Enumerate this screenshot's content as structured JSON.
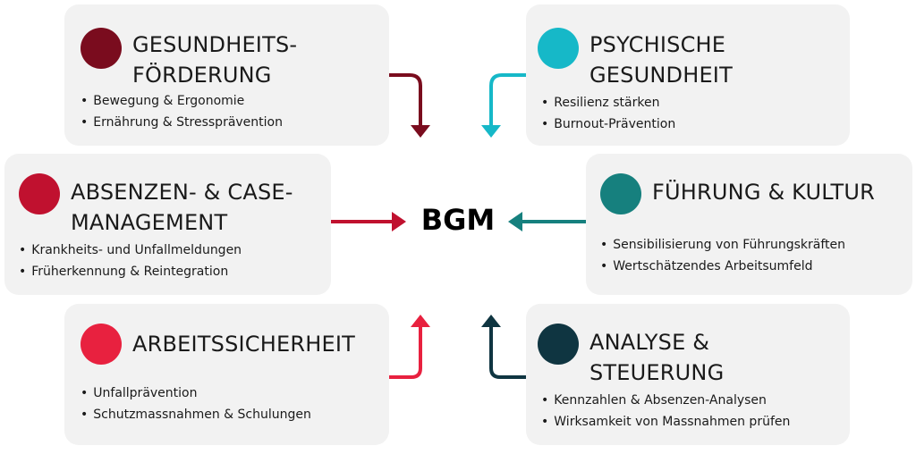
{
  "center": {
    "label": "BGM"
  },
  "boxes": {
    "gesundheit": {
      "title_lines": [
        "GESUNDHEITS-",
        "FÖRDERUNG"
      ],
      "bullets": [
        "Bewegung & Ergonomie",
        "Ernährung & Stressprävention"
      ],
      "color": "#7a0c1e"
    },
    "psychisch": {
      "title_lines": [
        "PSYCHISCHE",
        "GESUNDHEIT"
      ],
      "bullets": [
        "Resilienz stärken",
        "Burnout-Prävention"
      ],
      "color": "#16b8c8"
    },
    "absenzen": {
      "title_lines": [
        "ABSENZEN- & CASE-",
        "MANAGEMENT"
      ],
      "bullets": [
        "Krankheits- und Unfallmeldungen",
        "Früherkennung & Reintegration"
      ],
      "color": "#c0112f"
    },
    "fuehrung": {
      "title_lines": [
        "FÜHRUNG & KULTUR"
      ],
      "bullets": [
        "Sensibilisierung von Führungskräften",
        "Wertschätzendes Arbeitsumfeld"
      ],
      "color": "#16807e"
    },
    "sicherheit": {
      "title_lines": [
        "ARBEITSSICHERHEIT"
      ],
      "bullets": [
        "Unfallprävention",
        "Schutzmassnahmen & Schulungen"
      ],
      "color": "#e8213f"
    },
    "analyse": {
      "title_lines": [
        "ANALYSE &",
        "STEUERUNG"
      ],
      "bullets": [
        "Kennzahlen & Absenzen-Analysen",
        "Wirksamkeit von Massnahmen prüfen"
      ],
      "color": "#0f3541"
    }
  }
}
